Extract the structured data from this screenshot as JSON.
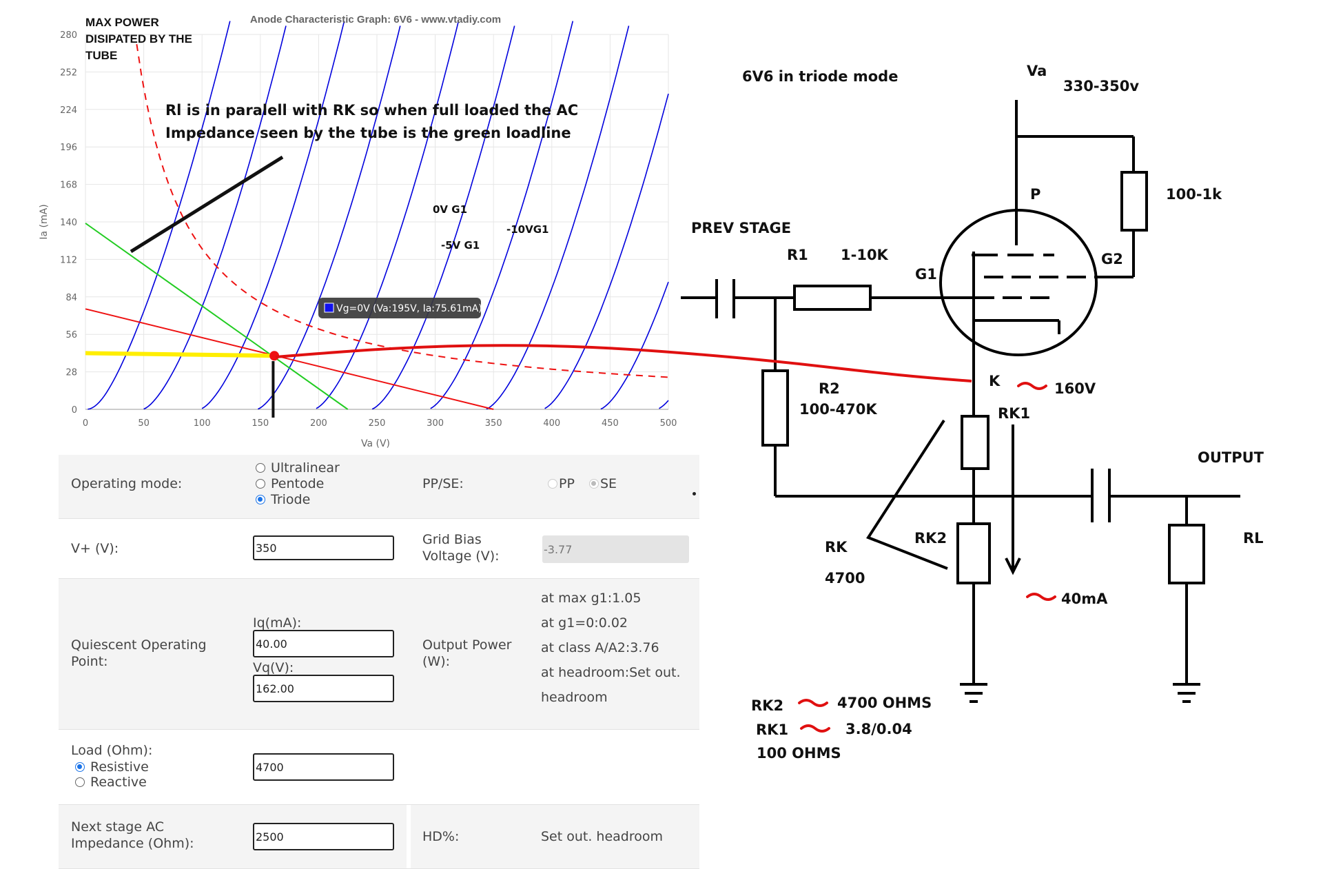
{
  "chart": {
    "title": "Anode Characteristic Graph: 6V6 - www.vtadiy.com",
    "xlabel": "Va (V)",
    "ylabel": "Ia (mA)",
    "x_ticks": [
      "0",
      "50",
      "100",
      "150",
      "200",
      "250",
      "300",
      "350",
      "400",
      "450",
      "500"
    ],
    "y_ticks": [
      "0",
      "28",
      "56",
      "84",
      "112",
      "140",
      "168",
      "196",
      "224",
      "252",
      "280"
    ],
    "tooltip": "Vg=0V (Va:195V, Ia:75.61mA)",
    "curve_labels": {
      "g0": "0V G1",
      "g5": "-5V G1",
      "g10": "-10VG1"
    },
    "max_power_note": [
      "MAX POWER",
      "DISIPATED BY THE",
      "TUBE"
    ],
    "load_note": [
      "Rl is  in paralell with RK so when full loaded the AC",
      "Impedance seen by the tube is the green loadline"
    ]
  },
  "chart_data": {
    "type": "line",
    "xlim": [
      0,
      500
    ],
    "ylim": [
      0,
      280
    ],
    "grid": true,
    "grid_biases": [
      0,
      -5,
      -10,
      -15,
      -20,
      -25,
      -30,
      -35,
      -40,
      -45,
      -50,
      -55
    ],
    "dc_loadline": [
      [
        0,
        75
      ],
      [
        350,
        0
      ]
    ],
    "ac_loadline": [
      [
        0,
        139
      ],
      [
        225,
        0
      ]
    ],
    "max_dissipation_curve": "Va x Ia = 12W",
    "operating_point": [
      162,
      40
    ],
    "tooltip_point": [
      195,
      75.61
    ]
  },
  "schematic": {
    "title": "6V6 in triode mode",
    "va": "Va",
    "va_range": "330-350v",
    "r_screen": "100-1k",
    "plate": "P",
    "g2": "G2",
    "g1": "G1",
    "prev_stage": "PREV STAGE",
    "r1": "R1",
    "r1_value": "1-10K",
    "r2": "R2",
    "r2_value": "100-470K",
    "cathode": "K",
    "cathode_v": "160V",
    "rk1": "RK1",
    "rk2": "RK2",
    "rk": "RK",
    "rk_value": "4700",
    "current": "40mA",
    "output": "OUTPUT",
    "rl": "RL",
    "notes": [
      {
        "name": "RK2",
        "value": "4700 OHMS"
      },
      {
        "name": "RK1",
        "value": "3.8/0.04"
      }
    ],
    "note_extra": "100 OHMS"
  },
  "form": {
    "operating_mode_label": "Operating mode:",
    "modes": [
      "Ultralinear",
      "Pentode",
      "Triode"
    ],
    "selected_mode": "Triode",
    "ppse_label": "PP/SE:",
    "pp": "PP",
    "se": "SE",
    "vplus_label": "V+ (V):",
    "vplus": "350",
    "grid_bias_label": [
      "Grid Bias",
      "Voltage (V):"
    ],
    "grid_bias": "-3.77",
    "quiescent_label": [
      "Quiescent Operating",
      "Point:"
    ],
    "iq_label": "Iq(mA):",
    "iq": "40.00",
    "vq_label": "Vq(V):",
    "vq": "162.00",
    "output_power_label": [
      "Output Power",
      "(W):"
    ],
    "output_power": [
      "at max g1:1.05",
      "at g1=0:0.02",
      "at class A/A2:3.76",
      "at headroom:Set out.",
      "headroom"
    ],
    "load_label": "Load (Ohm):",
    "load_types": [
      "Resistive",
      "Reactive"
    ],
    "load": "4700",
    "next_stage_label": [
      "Next stage AC",
      "Impedance (Ohm):"
    ],
    "next_stage": "2500",
    "hd_label": "HD%:",
    "hd_value": "Set out. headroom"
  },
  "colors": {
    "curve": "#0000dd",
    "dc_loadline": "#ee1111",
    "ac_loadline": "#22cc22",
    "bias_line": "#ffee00",
    "power_curve": "#ee1111",
    "annotation": "#111111"
  }
}
